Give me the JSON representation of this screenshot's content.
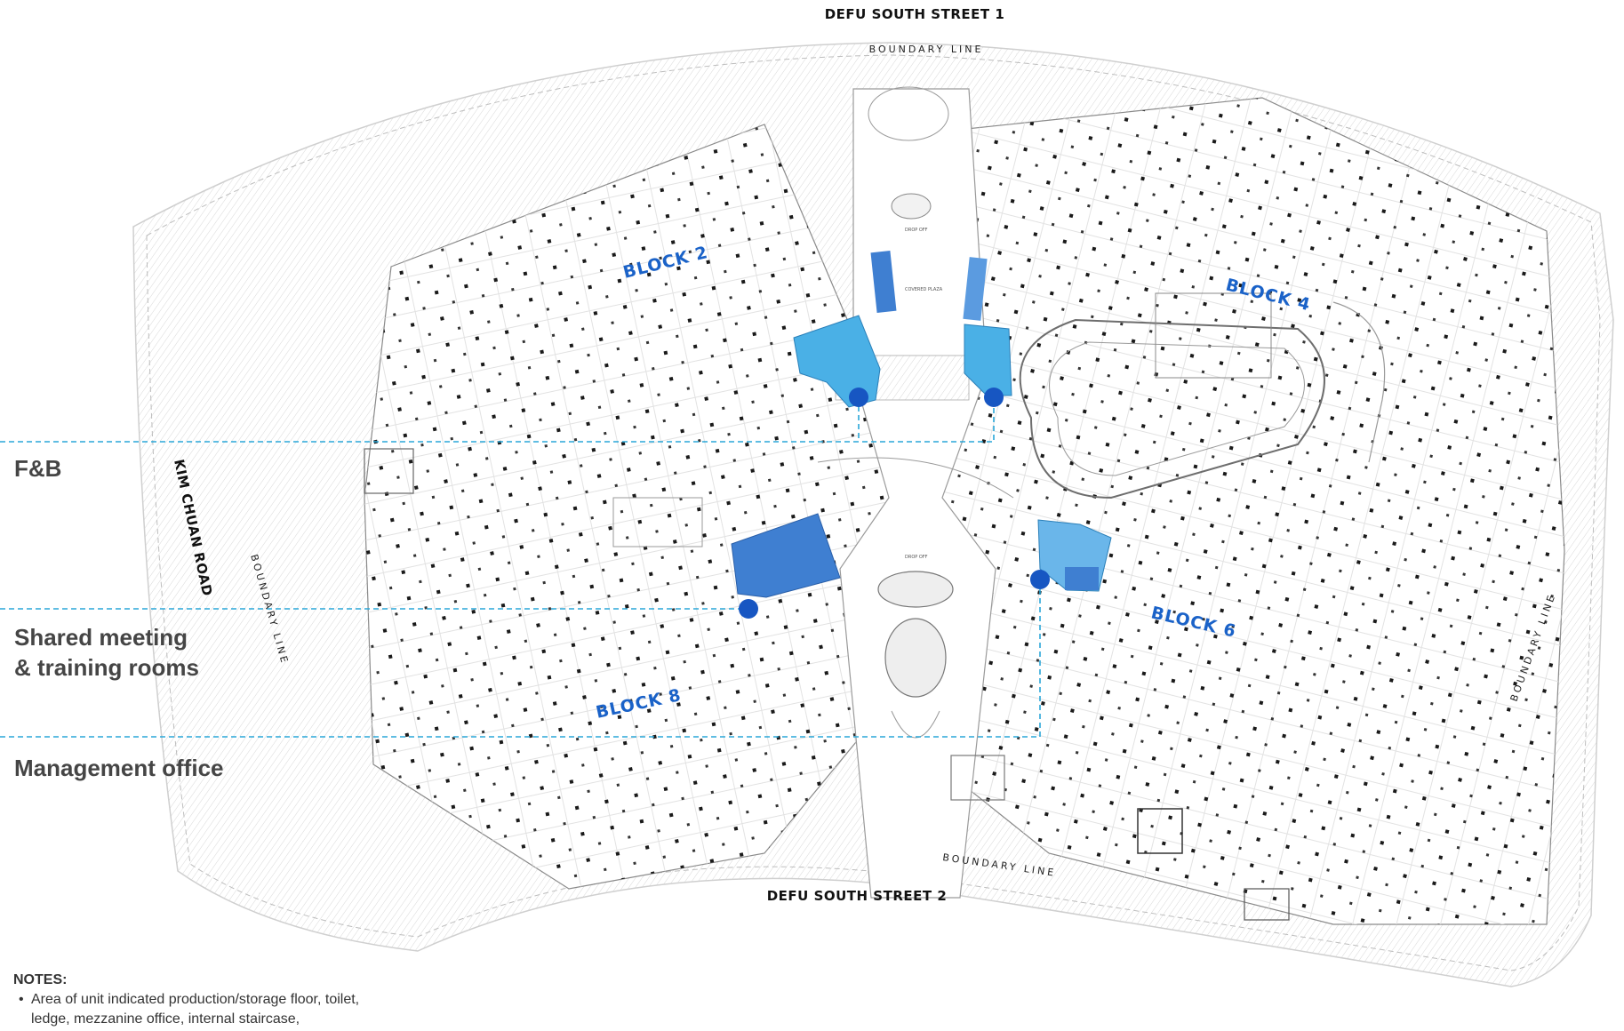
{
  "streets": {
    "north": "DEFU SOUTH STREET 1",
    "south": "DEFU SOUTH STREET 2",
    "west": "KIM CHUAN ROAD"
  },
  "boundary_label": "BOUNDARY LINE",
  "blocks": {
    "block2": "BLOCK 2",
    "block4": "BLOCK 4",
    "block6": "BLOCK 6",
    "block8": "BLOCK 8"
  },
  "site_labels": {
    "drop_off_north": "DROP OFF",
    "drop_off_south": "DROP OFF",
    "covered_plaza": "COVERED PLAZA"
  },
  "legend": {
    "fnb": "F&B",
    "meeting_line1": "Shared meeting",
    "meeting_line2": "& training rooms",
    "management": "Management office"
  },
  "notes": {
    "title": "NOTES:",
    "item1": "Area of unit indicated production/storage floor, toilet, ledge, mezzanine office, internal staircase,"
  },
  "colors": {
    "fnb_fill": "#4ab0e6",
    "meeting_fill": "#3f7fd1",
    "management_fill": "#6ab6ea",
    "marker": "#1756c2",
    "leader": "#2aa7d8",
    "block_text": "#1a62c8"
  }
}
